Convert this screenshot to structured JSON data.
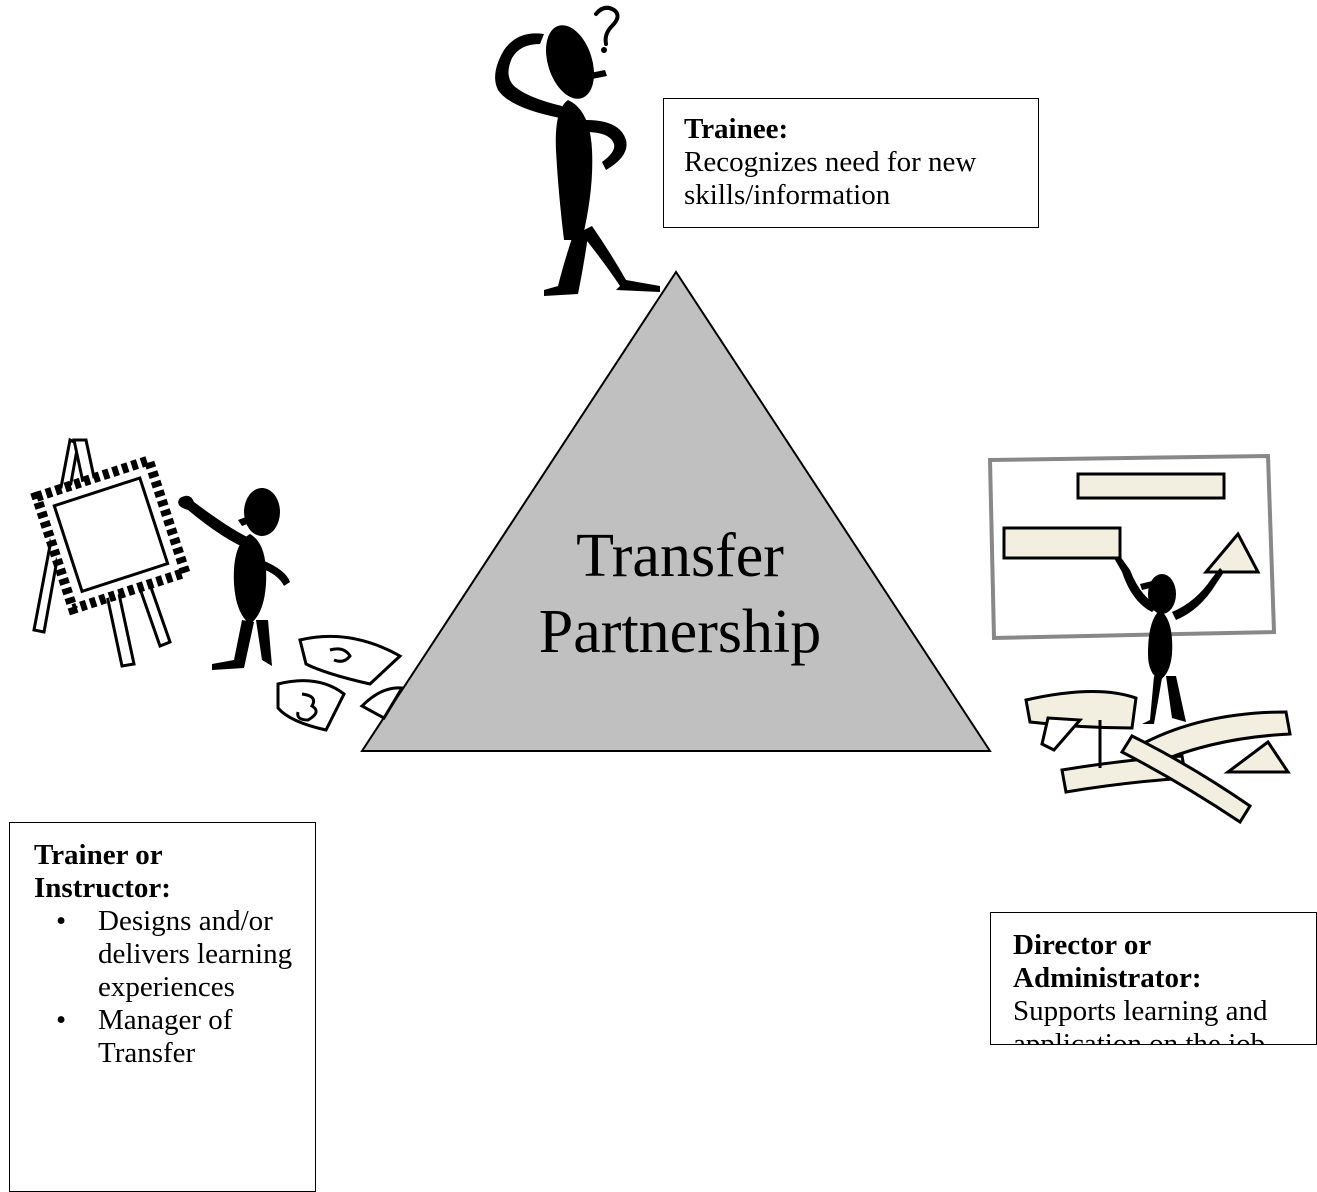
{
  "diagram": {
    "center": {
      "line1": "Transfer",
      "line2": "Partnership"
    },
    "trainee": {
      "heading": "Trainee:",
      "text": "Recognizes need for new skills/information"
    },
    "trainer": {
      "heading": "Trainer or Instructor:",
      "items": [
        "Designs and/or delivers learning experiences",
        "Manager of Transfer"
      ]
    },
    "director": {
      "heading": "Director or Administrator:",
      "text": "Supports learning and application on the job"
    },
    "colors": {
      "triangle_fill": "#c0c0c0",
      "outline": "#000000",
      "board_fill": "#f3efe0",
      "figure": "#000000"
    },
    "icons": {
      "top": "thinking-person-icon",
      "left": "painter-at-easel-icon",
      "right": "person-arranging-shapes-icon"
    }
  }
}
